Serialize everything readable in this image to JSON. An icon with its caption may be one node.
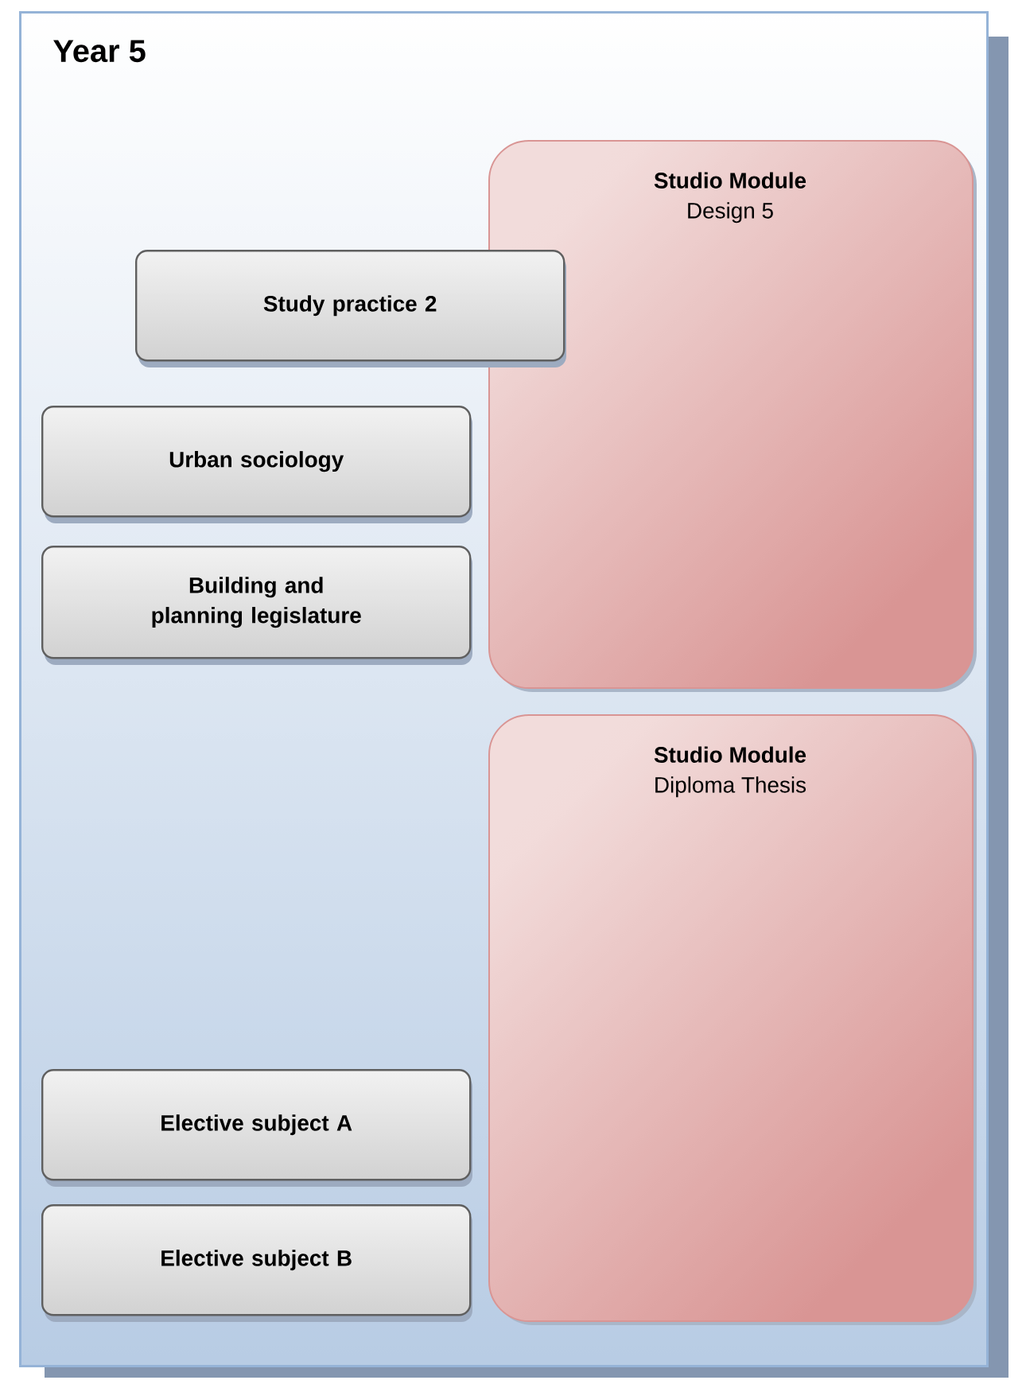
{
  "diagram": {
    "nodes": [
      {
        "text": [
          "Year 5"
        ]
      },
      {
        "text": [
          "Studio Module",
          "Design 5"
        ],
        "in": 0
      },
      {
        "text": [
          "Study practice 2"
        ],
        "in": 0
      },
      {
        "text": [
          "Urban sociology"
        ],
        "in": 0
      },
      {
        "text": [
          "Building and planning legislature"
        ],
        "in": 0
      },
      {
        "text": [
          "Studio Module",
          "Diploma Thesis"
        ],
        "in": 0
      },
      {
        "text": [
          "Elective subject A"
        ],
        "in": 0
      },
      {
        "text": [
          "Elective subject B"
        ],
        "in": 0
      }
    ]
  }
}
